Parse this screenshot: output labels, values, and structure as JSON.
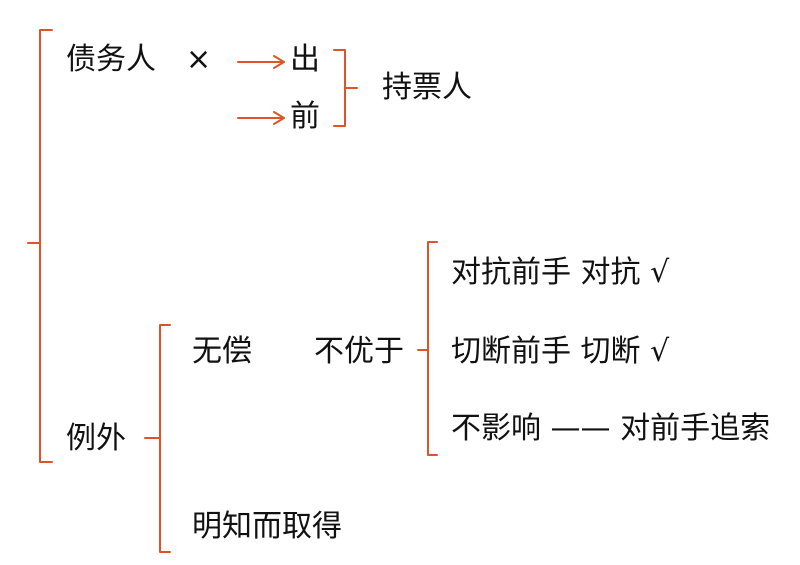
{
  "colors": {
    "bracket": "#e0532a",
    "text": "#111111",
    "background": "#ffffff"
  },
  "branch_top": {
    "debtor": "债务人",
    "cross_mark": "×",
    "to_drawer": "出",
    "to_prior": "前",
    "holder": "持票人"
  },
  "branch_exception": {
    "label": "例外",
    "gratuitous": {
      "label": "无偿",
      "relation": "不优于",
      "items": [
        "对抗前手 对抗 √",
        "切断前手 切断 √",
        "不影响 —— 对前手追索"
      ]
    },
    "knowingly_acquired": "明知而取得"
  }
}
